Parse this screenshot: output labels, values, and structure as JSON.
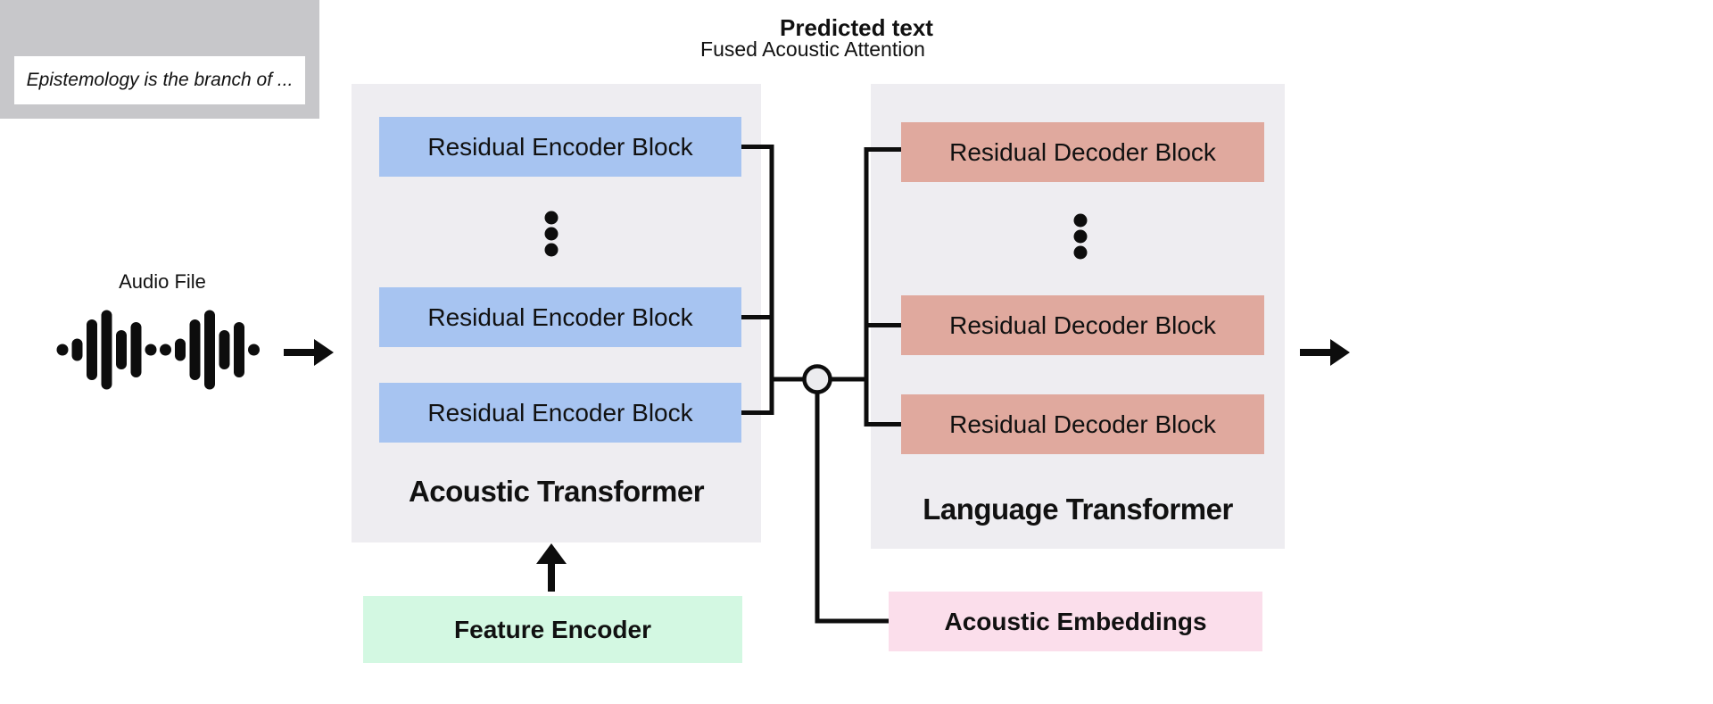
{
  "colors": {
    "background": "#ffffff",
    "panel": "#eeedf1",
    "encoder_block": "#a7c4f1",
    "decoder_block": "#e0a99e",
    "feature_encoder": "#d3f8e2",
    "acoustic_embeddings": "#fbdeeb",
    "predicted_box": "#c7c7ca",
    "predicted_inner": "#ffffff",
    "line": "#0d0d0d",
    "node_fill": "#ececef",
    "text": "#111111"
  },
  "labels": {
    "fused_attention": "Fused Acoustic Attention",
    "audio_file": "Audio File"
  },
  "acoustic_transformer": {
    "title": "Acoustic Transformer",
    "blocks": [
      "Residual Encoder Block",
      "Residual Encoder Block",
      "Residual Encoder Block"
    ]
  },
  "language_transformer": {
    "title": "Language Transformer",
    "blocks": [
      "Residual Decoder Block",
      "Residual Decoder Block",
      "Residual Decoder Block"
    ]
  },
  "feature_encoder": {
    "label": "Feature Encoder"
  },
  "acoustic_embeddings": {
    "label": "Acoustic Embeddings"
  },
  "predicted_text": {
    "title": "Predicted text",
    "sample": "Epistemology is the branch of ..."
  },
  "icons": {
    "audio_waveform": "audio-waveform-icon",
    "input_arrow": "right-arrow-icon",
    "output_arrow": "right-arrow-icon",
    "feature_arrow": "up-arrow-icon",
    "fusion_node": "circle-junction-icon",
    "encoder_ellipsis": "vertical-ellipsis-dots",
    "decoder_ellipsis": "vertical-ellipsis-dots"
  }
}
